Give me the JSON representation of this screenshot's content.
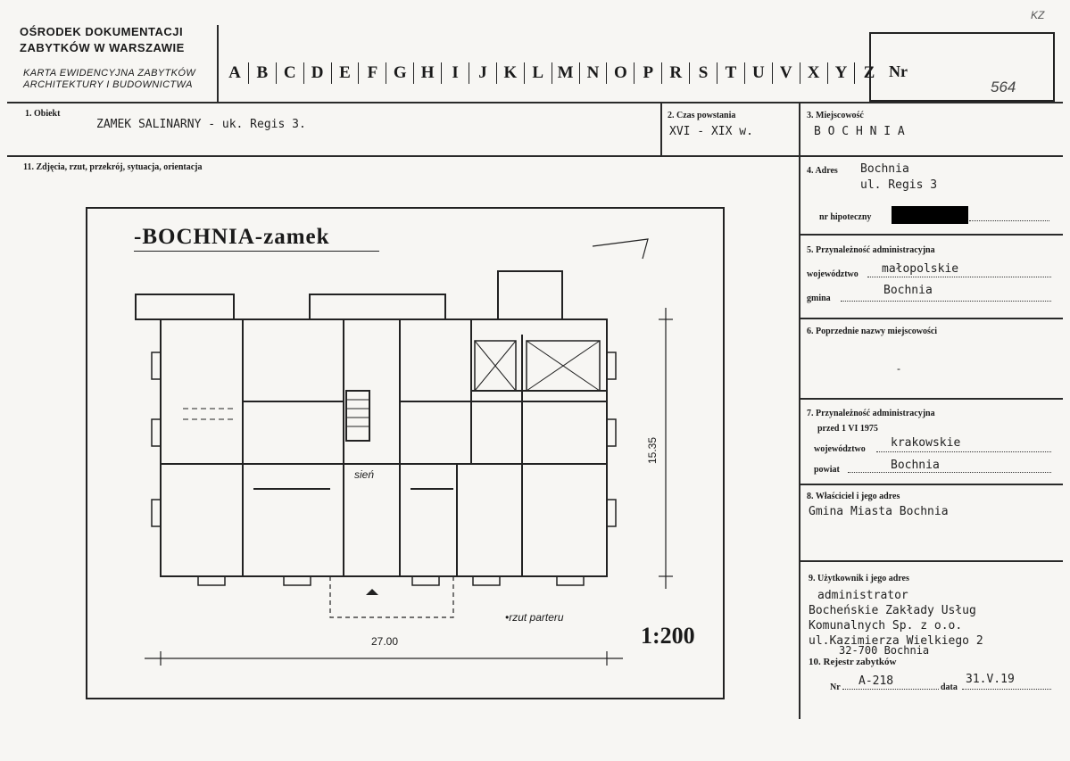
{
  "header": {
    "org_line1": "OŚRODEK DOKUMENTACJI",
    "org_line2": "ZABYTKÓW W WARSZAWIE",
    "card_line1": "KARTA EWIDENCYJNA ZABYTKÓW",
    "card_line2": "ARCHITEKTURY I BUDOWNICTWA",
    "letters": [
      "A",
      "B",
      "C",
      "D",
      "E",
      "F",
      "G",
      "H",
      "I",
      "J",
      "K",
      "L",
      "M",
      "N",
      "O",
      "P",
      "R",
      "S",
      "T",
      "U",
      "V",
      "X",
      "Y",
      "Z"
    ],
    "nr_label": "Nr",
    "nr_value": "564",
    "corner_mark": "KZ"
  },
  "sections": {
    "obiekt_label": "1. Obiekt",
    "obiekt_value": "ZAMEK  SALINARNY - uk. Regis 3.",
    "czas_label": "2. Czas powstania",
    "czas_value": "XVI - XIX w.",
    "miejscowosc_label": "3. Miejscowość",
    "miejscowosc_value": "B O C H N I A",
    "zdjecia_label": "11. Zdjęcia, rzut, przekrój, sytuacja, orientacja",
    "adres_label": "4. Adres",
    "adres_line1": "Bochnia",
    "adres_line2": "ul. Regis 3",
    "hipoteczny_label": "nr hipoteczny",
    "przynaleznosc_label": "5. Przynależność administracyjna",
    "wojewodztwo_label": "województwo",
    "wojewodztwo_value": "małopolskie",
    "gmina_label": "gmina",
    "gmina_value": "Bochnia",
    "poprzednie_label": "6. Poprzednie nazwy miejscowości",
    "poprzednie_value": "-",
    "przynaleznosc7_label": "7. Przynależność administracyjna",
    "przed_label": "przed 1 VI 1975",
    "wojewodztwo7_label": "województwo",
    "wojewodztwo7_value": "krakowskie",
    "powiat_label": "powiat",
    "powiat_value": "Bochnia",
    "wlasciciel_label": "8. Właściciel i jego adres",
    "wlasciciel_value": "Gmina Miasta Bochnia",
    "uzytkownik_label": "9. Użytkownik i jego adres",
    "uzytkownik_line1": "administrator",
    "uzytkownik_line2": "Bocheńskie Zakłady Usług",
    "uzytkownik_line3": "Komunalnych Sp. z o.o.",
    "uzytkownik_line4": "ul.Kazimierza Wielkiego 2",
    "uzytkownik_line5": "32-700 Bochnia",
    "rejestr_label": "10. Rejestr zabytków",
    "rejestr_nr_label": "Nr",
    "rejestr_nr_value": "A-218",
    "rejestr_data_label": "data",
    "rejestr_data_value": "31.V.19"
  },
  "drawing": {
    "title": "-BOCHNIA-zamek",
    "sien": "sień",
    "rzut": "•rzut parteru",
    "scale": "1:200",
    "dim_width": "27.00",
    "dim_height": "15.35"
  }
}
